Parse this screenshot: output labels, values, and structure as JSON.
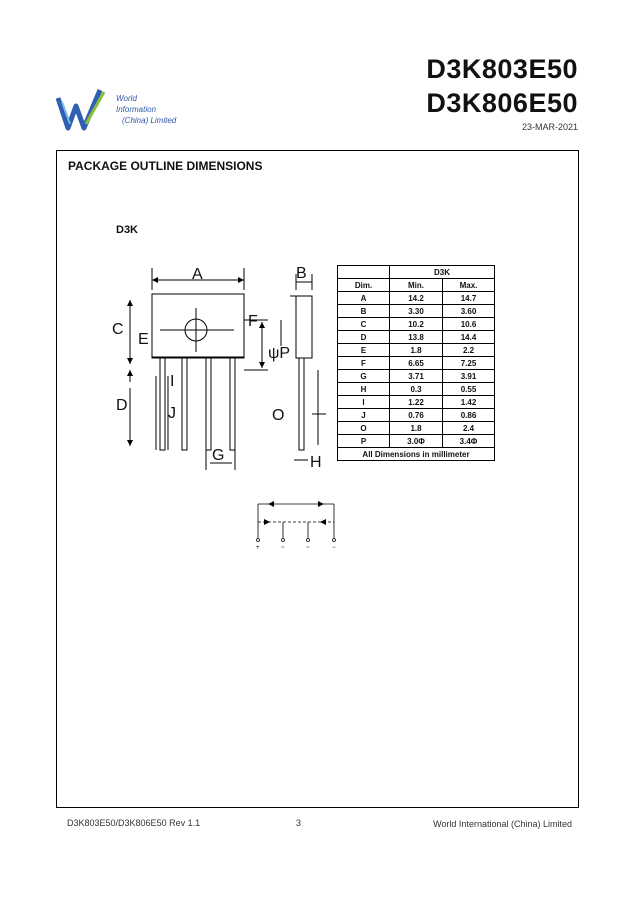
{
  "header": {
    "company_line1": "World",
    "company_line2": "Information",
    "company_line3": "(China) Limited",
    "part_numbers": [
      "D3K803E50",
      "D3K806E50"
    ],
    "date": "23-MAR-2021"
  },
  "section": {
    "title": "PACKAGE OUTLINE DIMENSIONS",
    "package": "D3K"
  },
  "drawing_labels": {
    "A": "A",
    "B": "B",
    "C": "C",
    "D": "D",
    "E": "E",
    "F": "F",
    "G": "G",
    "H": "H",
    "I": "I",
    "J": "J",
    "O": "O",
    "P": "ψP"
  },
  "dimension_table": {
    "package_header": "D3K",
    "columns": [
      "Dim.",
      "Min.",
      "Max."
    ],
    "rows": [
      [
        "A",
        "14.2",
        "14.7"
      ],
      [
        "B",
        "3.30",
        "3.60"
      ],
      [
        "C",
        "10.2",
        "10.6"
      ],
      [
        "D",
        "13.8",
        "14.4"
      ],
      [
        "E",
        "1.8",
        "2.2"
      ],
      [
        "F",
        "6.65",
        "7.25"
      ],
      [
        "G",
        "3.71",
        "3.91"
      ],
      [
        "H",
        "0.3",
        "0.55"
      ],
      [
        "I",
        "1.22",
        "1.42"
      ],
      [
        "J",
        "0.76",
        "0.86"
      ],
      [
        "O",
        "1.8",
        "2.4"
      ],
      [
        "P",
        "3.0Φ",
        "3.4Φ"
      ]
    ],
    "footer": "All Dimensions in millimeter"
  },
  "circuit": {
    "pin_labels": [
      "+",
      "~",
      "~",
      "−"
    ]
  },
  "footer": {
    "doc_rev": "D3K803E50/D3K806E50 Rev 1.1",
    "page": "3",
    "company": "World  International  (China)  Limited"
  }
}
